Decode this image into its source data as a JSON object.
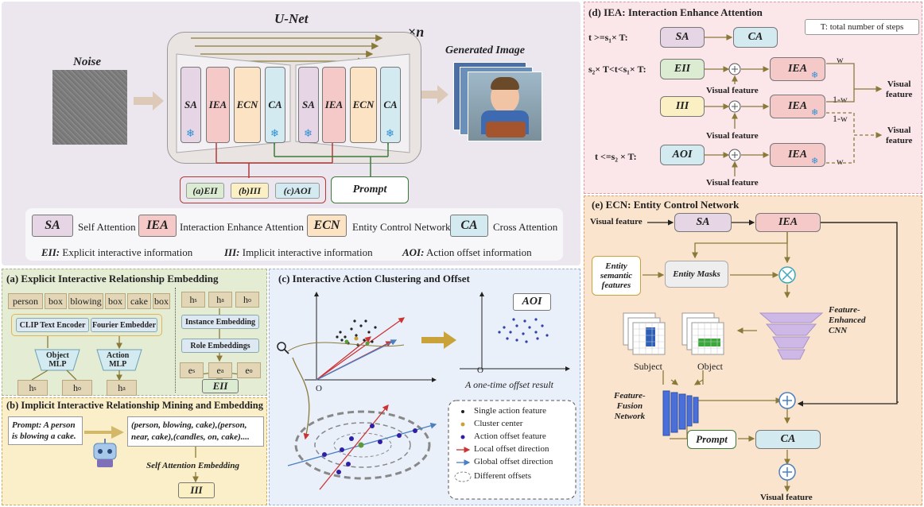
{
  "unet": {
    "title": "U-Net",
    "times": "×",
    "times_n": "n",
    "noise": "Noise",
    "generated": "Generated Image",
    "blocks": [
      "SA",
      "IEA",
      "ECN",
      "CA",
      "SA",
      "IEA",
      "ECN",
      "CA"
    ],
    "inputs": [
      "(a)EII",
      "(b)III",
      "(c)AOI"
    ],
    "prompt": "Prompt"
  },
  "legend": {
    "items": [
      {
        "abbr": "SA",
        "label": "Self Attention",
        "color": "#e6d5e4"
      },
      {
        "abbr": "IEA",
        "label": "Interaction Enhance Attention",
        "color": "#f6c9c9"
      },
      {
        "abbr": "ECN",
        "label": "Entity Control Network",
        "color": "#fbe3c4"
      },
      {
        "abbr": "CA",
        "label": "Cross Attention",
        "color": "#d4eaf1"
      }
    ],
    "defs": [
      {
        "abbr": "EII:",
        "label": "Explicit interactive information"
      },
      {
        "abbr": "III:",
        "label": "Implicit interactive information"
      },
      {
        "abbr": "AOI:",
        "label": "Action offset information"
      }
    ]
  },
  "panel_a": {
    "title": "(a) Explicit Interactive Relationship Embedding",
    "tokens": [
      "person",
      "box",
      "blowing",
      "box",
      "cake",
      "box"
    ],
    "clip": "CLIP Text Encoder",
    "fourier": "Fourier Embedder",
    "object_mlp": [
      "Object",
      "MLP"
    ],
    "action_mlp": [
      "Action",
      "MLP"
    ],
    "h_out": [
      "h",
      "h",
      "h"
    ],
    "h_out_sup": [
      "s",
      "o",
      "a"
    ],
    "h_in": [
      "h",
      "h",
      "h"
    ],
    "h_in_sup": [
      "s",
      "a",
      "o"
    ],
    "instance": "Instance Embedding",
    "role": "Role Embeddings",
    "e": [
      "e",
      "e",
      "e"
    ],
    "e_sup": [
      "s",
      "a",
      "o"
    ],
    "eii": "EII"
  },
  "panel_b": {
    "title": "(b) Implicit Interactive Relationship Mining and Embedding",
    "prompt": "Prompt: A person is blowing a cake.",
    "prompt_lines": [
      "Prompt: A person",
      "is blowing a cake."
    ],
    "triples_lines": [
      "(person, blowing, cake),(person,",
      "near, cake),(candles, on, cake)...."
    ],
    "self_attn": "Self Attention Embedding",
    "iii": "III"
  },
  "panel_c": {
    "title": "(c) Interactive Action Clustering and Offset",
    "aoi": "AOI",
    "origin": "O",
    "one_time": "A one-time offset result",
    "legend": [
      "Single action feature",
      "Cluster center",
      "Action offset feature",
      "Local offset direction",
      "Global offset direction",
      "Different offsets"
    ]
  },
  "panel_d": {
    "title": "(d) IEA: Interaction Enhance Attention",
    "note": "T: total number of steps",
    "cond1": "t >=s₁× T:",
    "cond2": "s₂× T<t<s₁× T:",
    "cond3": "t <=s₂ × T:",
    "sa": "SA",
    "ca": "CA",
    "eii": "EII",
    "iii": "III",
    "aoi": "AOI",
    "iea": "IEA",
    "visual_feature": "Visual feature",
    "w": "w",
    "one_minus_w": "1-w",
    "out_lines": [
      "Visual",
      "feature"
    ]
  },
  "panel_e": {
    "title": "(e) ECN: Entity Control Network",
    "visual_feature": "Visual feature",
    "sa": "SA",
    "iea": "IEA",
    "entity_sem": [
      "Entity",
      "semantic",
      "features"
    ],
    "entity_masks": "Entity Masks",
    "fe_cnn": [
      "Feature-",
      "Enhanced",
      "CNN"
    ],
    "subject": "Subject",
    "object": "Object",
    "ffn": [
      "Feature-",
      "Fusion",
      "Network"
    ],
    "prompt": "Prompt",
    "ca": "CA",
    "out": "Visual feature"
  },
  "colors": {
    "sa": "#e6d5e4",
    "iea": "#f6c9c9",
    "ecn": "#fbe3c4",
    "ca": "#d4eaf1",
    "eii": "#dcecd2",
    "arrow": "#8a7a3a"
  }
}
